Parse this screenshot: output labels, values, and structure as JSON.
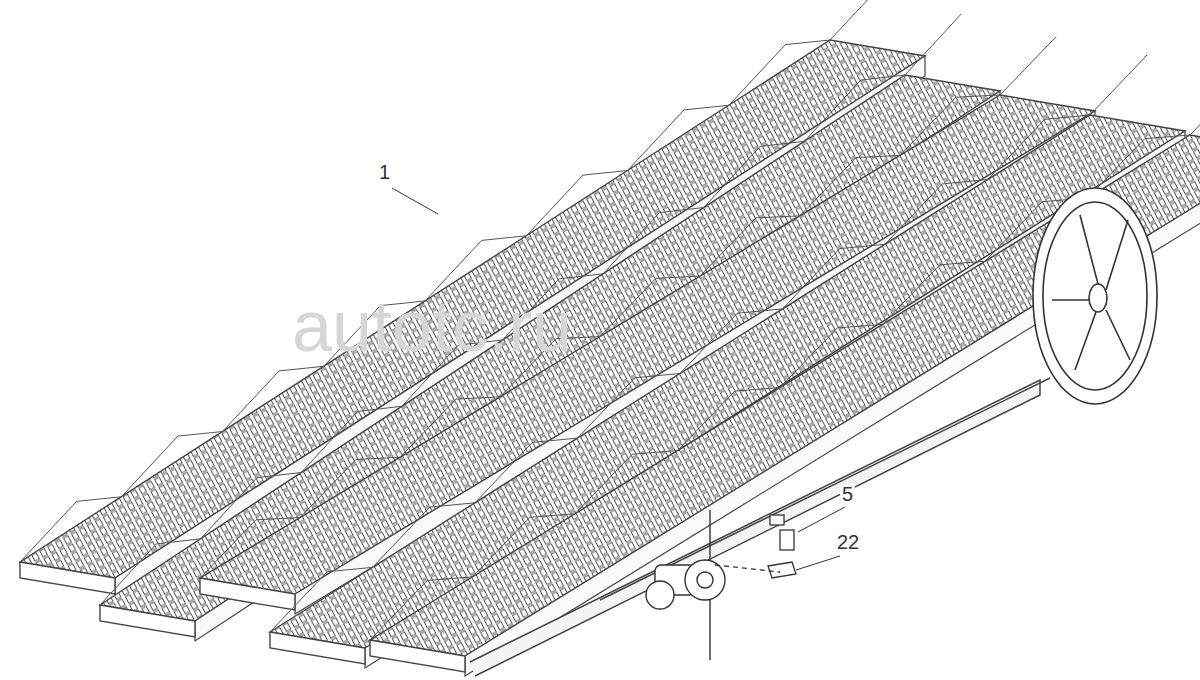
{
  "diagram": {
    "labels": [
      "1",
      "5",
      "22",
      "autotc.ru"
    ]
  }
}
